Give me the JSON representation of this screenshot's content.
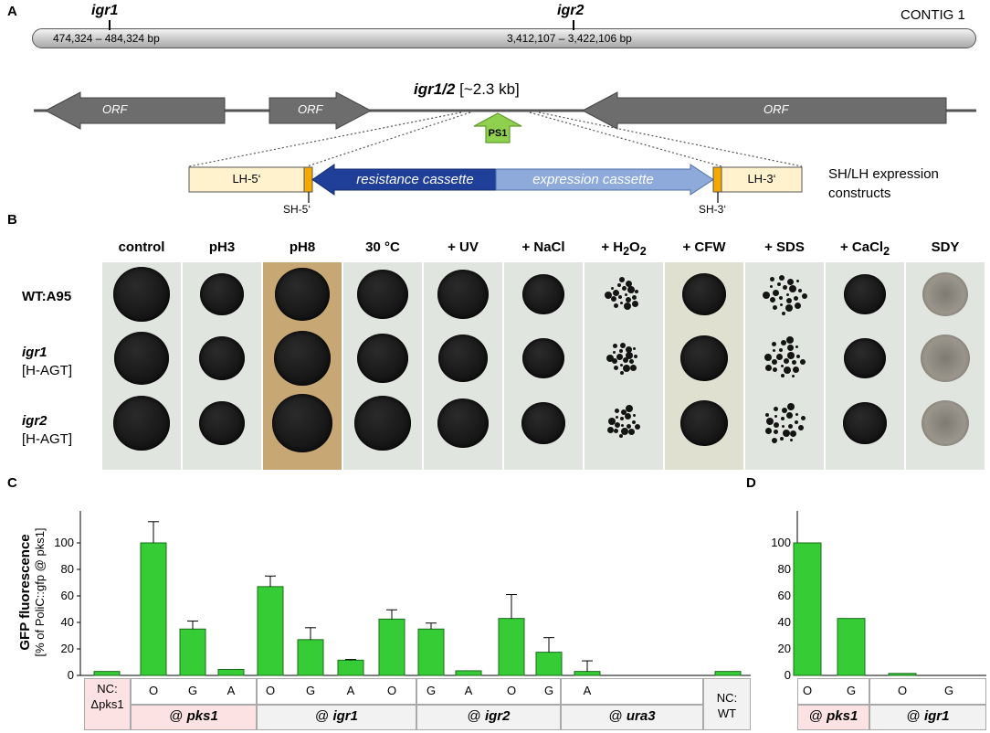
{
  "panels": {
    "a": "A",
    "b": "B",
    "c": "C",
    "d": "D"
  },
  "panel_a": {
    "contig_label": "CONTIG 1",
    "igr1_label": "igr1",
    "igr2_label": "igr2",
    "igr1_range": "474,324 – 484,324 bp",
    "igr2_range": "3,412,107 – 3,422,106 bp",
    "locus_label": "igr1/2",
    "locus_size": " [~2.3 kb]",
    "orf_labels": [
      "ORF",
      "ORF",
      "ORF"
    ],
    "promoter_label": "PS1",
    "lh5_label": "LH-5‘",
    "lh3_label": "LH-3‘",
    "sh5_label": "SH-5‘",
    "sh3_label": "SH-3‘",
    "resistance_label": "resistance cassette",
    "expression_label": "expression cassette",
    "construct_caption_1": "SH/LH expression",
    "construct_caption_2": "constructs"
  },
  "panel_b": {
    "conditions": [
      "control",
      "pH3",
      "pH8",
      "30 °C",
      "+ UV",
      "+ NaCl",
      "+ H",
      "+ CFW",
      "+ SDS",
      "+ CaCl",
      "SDY"
    ],
    "h2o2_sub1": "2",
    "h2o2_letter": "O",
    "h2o2_sub2": "2",
    "cacl2_sub": "2",
    "strains": [
      {
        "name": "WT:A95",
        "sub": ""
      },
      {
        "name": "igr1",
        "sub": "[H-AGT]"
      },
      {
        "name": "igr2",
        "sub": "[H-AGT]"
      }
    ],
    "colors": {
      "agar": "#e1e5df",
      "agar_ph8": "#c7a773",
      "agar_cfw": "#dfe0cf",
      "colony": "#141414",
      "sdy_colony": "#7d7a72"
    }
  },
  "panel_c": {
    "ylabel_line1": "GFP fluorescence",
    "ylabel_line2": "[% of PoliC::gfp @ pks1]",
    "nc_left": "NC:",
    "nc_left_sub": "Δpks1",
    "nc_right": "NC:",
    "nc_right_sub": "WT",
    "groups": [
      "@ pks1",
      "@ igr1",
      "@ igr2",
      "@ ura3"
    ]
  },
  "panel_d": {
    "groups": [
      "@ pks1",
      "@ igr1"
    ]
  },
  "chart_data": [
    {
      "type": "bar",
      "panel": "C",
      "categories": [
        "NC: Δpks1",
        "O",
        "G",
        "A",
        "O",
        "G",
        "A",
        "O",
        "G",
        "A",
        "O",
        "G",
        "A",
        "NC: WT"
      ],
      "groups": [
        "@ pks1",
        "@ igr1",
        "@ igr2",
        "@ ura3"
      ],
      "values": [
        3,
        100,
        35,
        4.5,
        67,
        27,
        11.5,
        42.5,
        35,
        3.5,
        43,
        17.5,
        3,
        3
      ],
      "errors": [
        0,
        16,
        6,
        0,
        8,
        9,
        0.5,
        7,
        4.5,
        0,
        18,
        11,
        8,
        0
      ],
      "ylabel": "GFP fluorescence [% of PoliC::gfp @ pks1]",
      "ylim": [
        0,
        120
      ],
      "yticks": [
        0,
        20,
        40,
        60,
        80,
        100
      ],
      "color": "#35cc35"
    },
    {
      "type": "bar",
      "panel": "D",
      "categories": [
        "O",
        "G",
        "O",
        "G"
      ],
      "groups": [
        "@ pks1",
        "@ igr1"
      ],
      "values": [
        100,
        43,
        1.5,
        0
      ],
      "ylim": [
        0,
        120
      ],
      "yticks": [
        0,
        20,
        40,
        60,
        80,
        100
      ],
      "color": "#35cc35"
    }
  ]
}
